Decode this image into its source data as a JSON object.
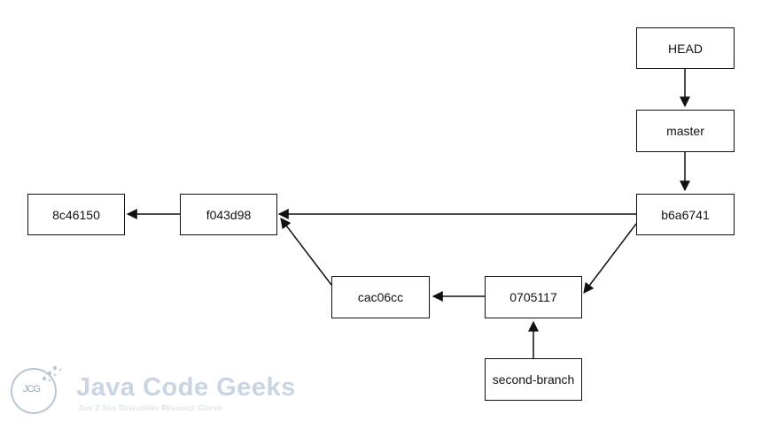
{
  "nodes": {
    "head": "HEAD",
    "master": "master",
    "b6a6741": "b6a6741",
    "f043d98": "f043d98",
    "c8c46150": "8c46150",
    "cac06cc": "cac06cc",
    "c0705117": "0705117",
    "second_branch": "second-branch"
  },
  "watermark": {
    "mark": "JCG",
    "title": "Java Code Geeks",
    "subtitle": "Java 2 Java Developers Resource Center"
  },
  "colors": {
    "line": "#111111",
    "watermark": "#c9d5e3"
  }
}
